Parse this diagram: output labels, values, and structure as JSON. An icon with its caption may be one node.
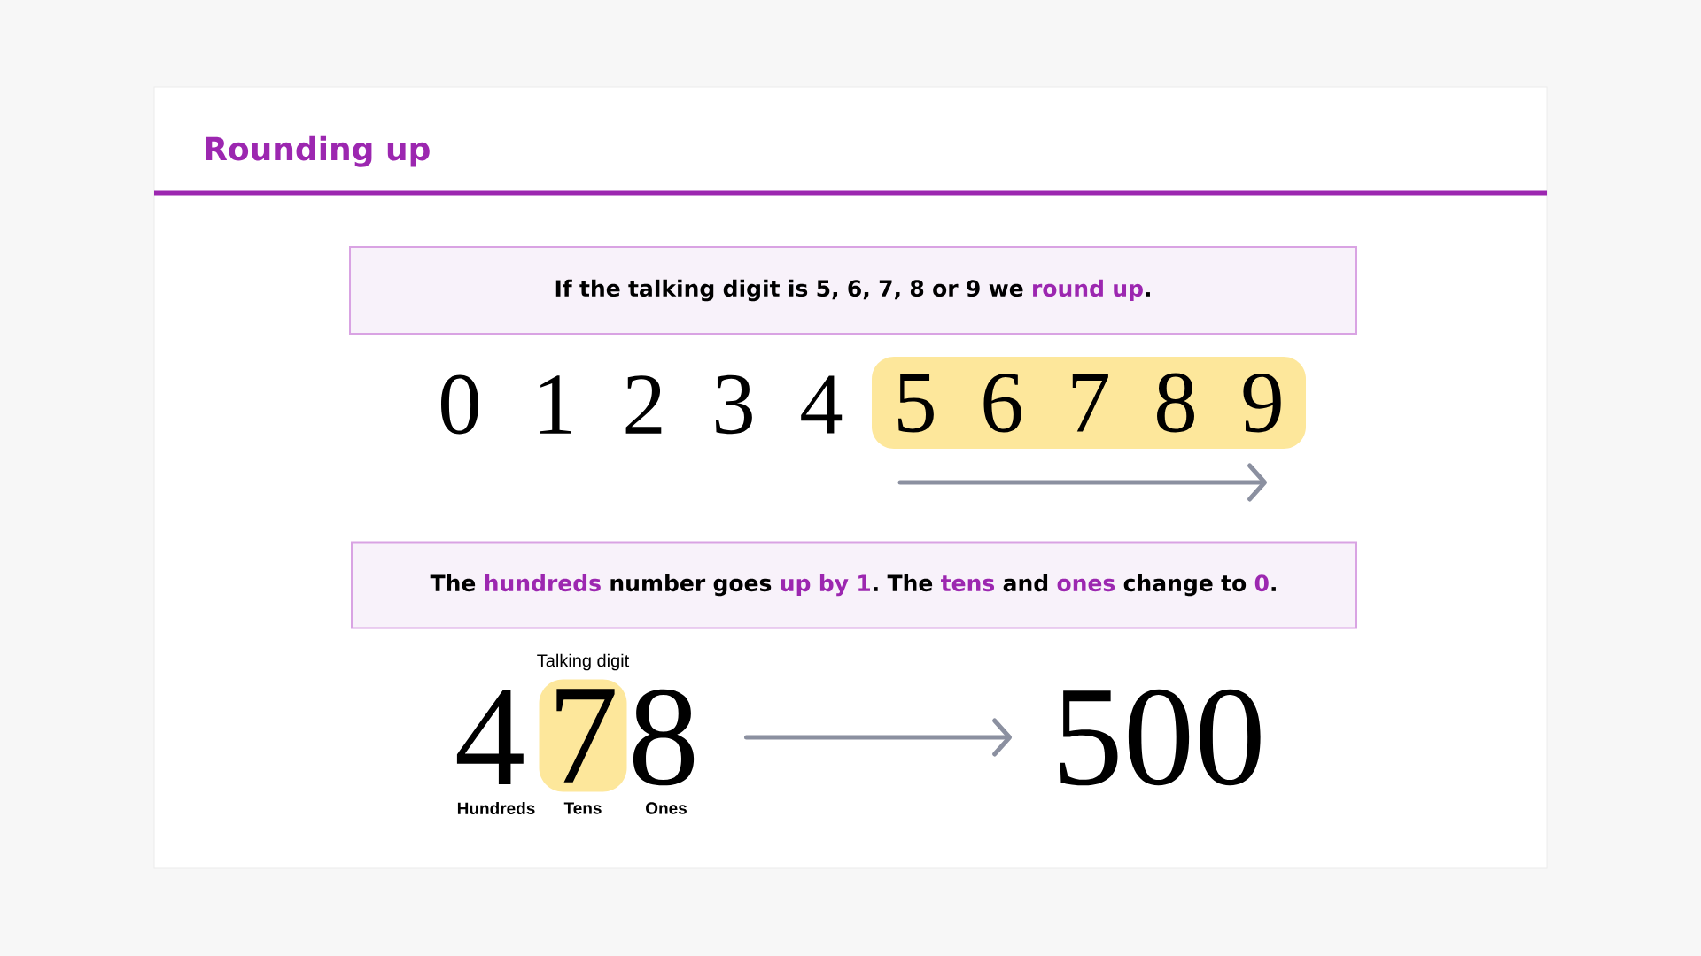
{
  "diagram": {
    "title": "Rounding up",
    "nodes": [
      {
        "text": [
          "If the talking digit is 5, 6, 7, 8 or 9 we **round up**."
        ]
      },
      {
        "text": [
          "5",
          "6",
          "7",
          "8",
          "9"
        ]
      },
      {
        "text": [
          "The **hundreds** number goes **up by 1**. The **tens** and **ones** change to **0**."
        ]
      },
      {
        "text": [
          "7"
        ],
        "beside": [
          "Talking digit",
          "Tens"
        ]
      },
      {
        "text": [
          "8"
        ],
        "beside": [
          "Ones"
        ]
      },
      {
        "text": [
          "500"
        ]
      }
    ],
    "edges": [
      {
        "from": 4,
        "to": 5,
        "arrow": "to"
      }
    ],
    "labels": [
      "0",
      "1",
      "2",
      "3",
      "4",
      "4",
      "Hundreds"
    ]
  }
}
